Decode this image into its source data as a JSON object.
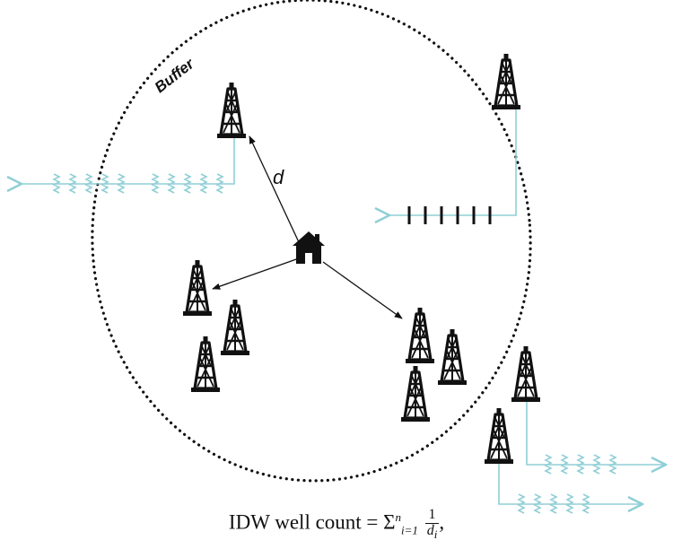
{
  "labels": {
    "buffer": "Buffer",
    "distance": "d"
  },
  "formula": {
    "lhs": "IDW well count = ",
    "sigma": "Σ",
    "upper": "n",
    "lower": "i=1",
    "numerator": "1",
    "denominator": "d",
    "denominator_sub": "i",
    "trailing": ","
  },
  "colors": {
    "ink": "#111111",
    "flow_line": "#8fcfd6",
    "buffer_dots": "#111111"
  },
  "icons": {
    "home": "house-icon",
    "well": "oil-derrick-icon"
  }
}
